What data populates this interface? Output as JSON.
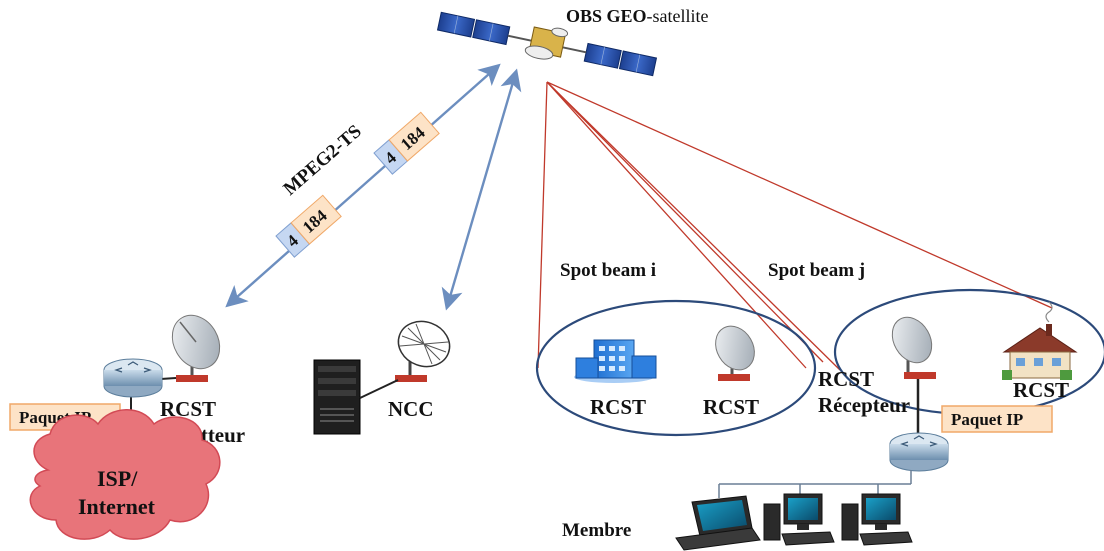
{
  "satellite": {
    "name_bold": "OBS GEO",
    "name_rest": "-satellite"
  },
  "uplink": {
    "label": "MPEG2-TS",
    "header_value": "4",
    "payload_value": "184"
  },
  "sender": {
    "rcst_label": "RCST",
    "role_label": "Émetteur",
    "packet_label": "Paquet IP"
  },
  "internet": {
    "line1": "ISP/",
    "line2": "Internet"
  },
  "ncc": {
    "label": "NCC"
  },
  "beam_i": {
    "label": "Spot beam i",
    "rcst_a": "RCST",
    "rcst_b": "RCST"
  },
  "beam_j": {
    "label": "Spot beam j",
    "rcst_receiver": "RCST",
    "receiver_role": "Récepteur",
    "rcst_house": "RCST",
    "packet_label": "Paquet IP"
  },
  "members": {
    "label": "Membre"
  },
  "colors": {
    "link_arrow": "#6c8ebf",
    "beam_line": "#c0392b",
    "ellipse": "#2c4a7a",
    "tag_fill": "#fde3c7",
    "tag_border": "#f0a868",
    "header_fill": "#c5d7f2",
    "cloud": "#e8747a"
  }
}
